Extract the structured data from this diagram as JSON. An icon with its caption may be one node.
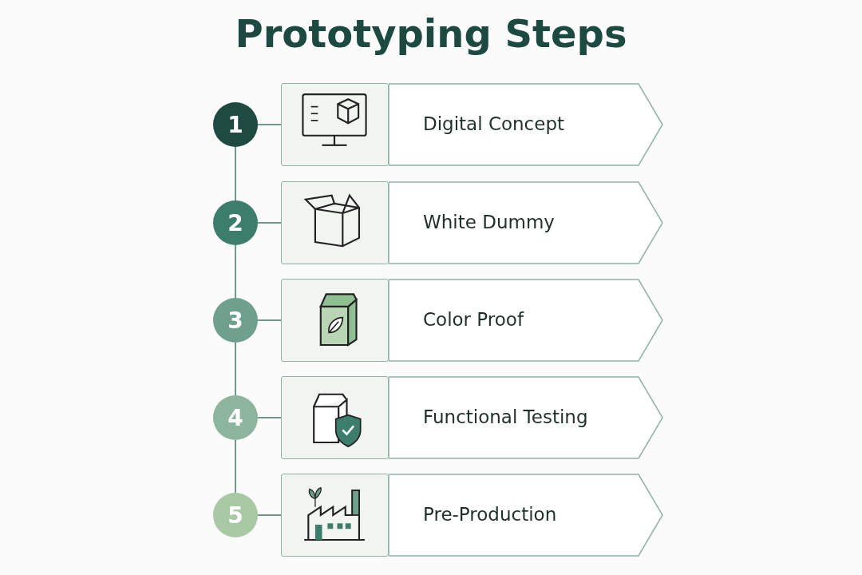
{
  "diagram": {
    "title": "Prototyping Steps",
    "nodes": [
      {
        "text": [
          "1"
        ]
      },
      {
        "text": [],
        "shape": "box"
      },
      {
        "text": [
          "Digital Concept"
        ]
      },
      {
        "text": [
          "2"
        ]
      },
      {
        "text": [],
        "shape": "box"
      },
      {
        "text": [
          "White Dummy"
        ]
      },
      {
        "text": [
          "3"
        ]
      },
      {
        "text": [],
        "shape": "box"
      },
      {
        "text": [
          "Color Proof"
        ]
      },
      {
        "text": [
          "4"
        ]
      },
      {
        "text": [],
        "shape": "box"
      },
      {
        "text": [
          "Functional Testing"
        ]
      },
      {
        "text": [
          "5"
        ]
      },
      {
        "text": [],
        "shape": "box"
      },
      {
        "text": [
          "Pre-Production"
        ]
      }
    ],
    "edges": [
      {
        "from": 0,
        "to": 1,
        "arrow": "none"
      },
      {
        "from": 0,
        "to": 3,
        "arrow": "none"
      },
      {
        "from": 3,
        "to": 4,
        "arrow": "none"
      },
      {
        "from": 3,
        "to": 6,
        "arrow": "none"
      },
      {
        "from": 6,
        "to": 7,
        "arrow": "none"
      },
      {
        "from": 6,
        "to": 9,
        "arrow": "none"
      },
      {
        "from": 9,
        "to": 10,
        "arrow": "none"
      },
      {
        "from": 9,
        "to": 12,
        "arrow": "none"
      },
      {
        "from": 12,
        "to": 13,
        "arrow": "none"
      }
    ]
  }
}
